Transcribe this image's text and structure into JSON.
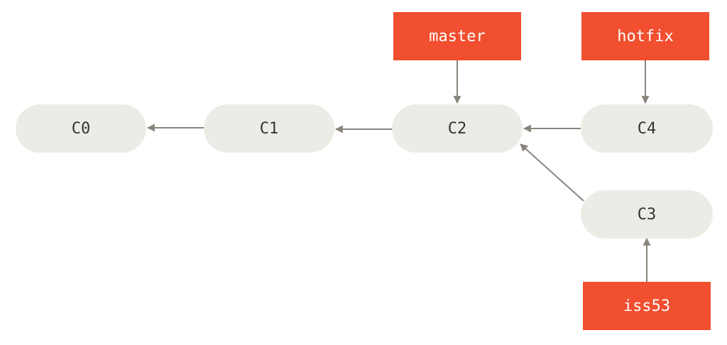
{
  "colors": {
    "commit_fill": "#EDEBE5",
    "commit_text": "#333333",
    "ref_fill": "#F14F2F",
    "ref_text": "#FFFFFF",
    "arrow": "#8A857D",
    "background": "#FFFFFF"
  },
  "commits": [
    {
      "id": "c0",
      "label": "C0"
    },
    {
      "id": "c1",
      "label": "C1"
    },
    {
      "id": "c2",
      "label": "C2"
    },
    {
      "id": "c4",
      "label": "C4"
    },
    {
      "id": "c3",
      "label": "C3"
    }
  ],
  "refs": [
    {
      "id": "master",
      "label": "master",
      "target": "C2"
    },
    {
      "id": "hotfix",
      "label": "hotfix",
      "target": "C4"
    },
    {
      "id": "iss53",
      "label": "iss53",
      "target": "C3"
    }
  ],
  "edges": [
    {
      "from": "C1",
      "to": "C0"
    },
    {
      "from": "C2",
      "to": "C1"
    },
    {
      "from": "C4",
      "to": "C2"
    },
    {
      "from": "C3",
      "to": "C2"
    },
    {
      "from": "master",
      "to": "C2"
    },
    {
      "from": "hotfix",
      "to": "C4"
    },
    {
      "from": "iss53",
      "to": "C3"
    }
  ]
}
